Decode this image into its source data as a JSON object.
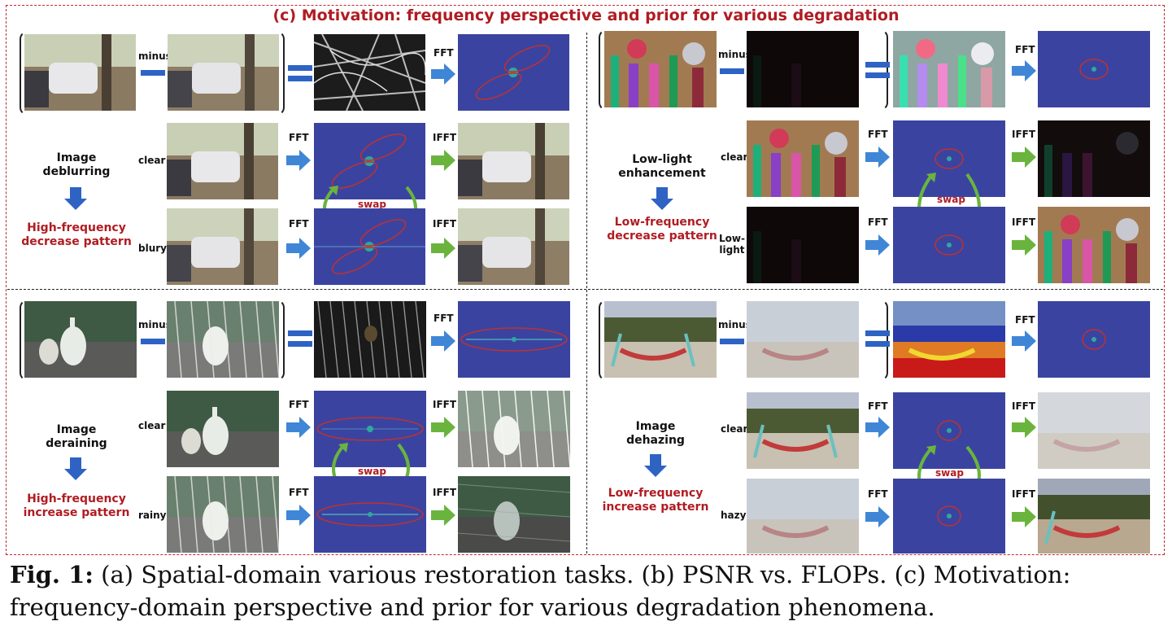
{
  "title": "(c) Motivation: frequency perspective and prior for various degradation",
  "labels": {
    "minus": "minus",
    "fft": "FFT",
    "ifft": "IFFT",
    "swap": "swap",
    "clear": "clear",
    "blury": "blury",
    "low_light_1": "Low-",
    "low_light_2": "light",
    "rainy": "rainy",
    "hazy": "hazy"
  },
  "tasks": {
    "deblur": {
      "line1": "Image",
      "line2": "deblurring",
      "pattern1": "High-frequency",
      "pattern2": "decrease pattern"
    },
    "lowlight": {
      "line1": "Low-light",
      "line2": "enhancement",
      "pattern1": "Low-frequency",
      "pattern2": "decrease pattern"
    },
    "derain": {
      "line1": "Image",
      "line2": "deraining",
      "pattern1": "High-frequency",
      "pattern2": "increase pattern"
    },
    "dehaze": {
      "line1": "Image",
      "line2": "dehazing",
      "pattern1": "Low-frequency",
      "pattern2": "increase pattern"
    }
  },
  "caption": {
    "label": "Fig. 1:",
    "text": " (a) Spatial-domain various restoration tasks. (b) PSNR vs. FLOPs. (c) Motivation: frequency-domain perspective and prior for various degradation phenomena."
  },
  "colors": {
    "accent_red": "#b01c22",
    "arrow_blue": "#3f86d6",
    "arrow_green": "#6ab43e",
    "fft_bg": "#3a44a0"
  }
}
